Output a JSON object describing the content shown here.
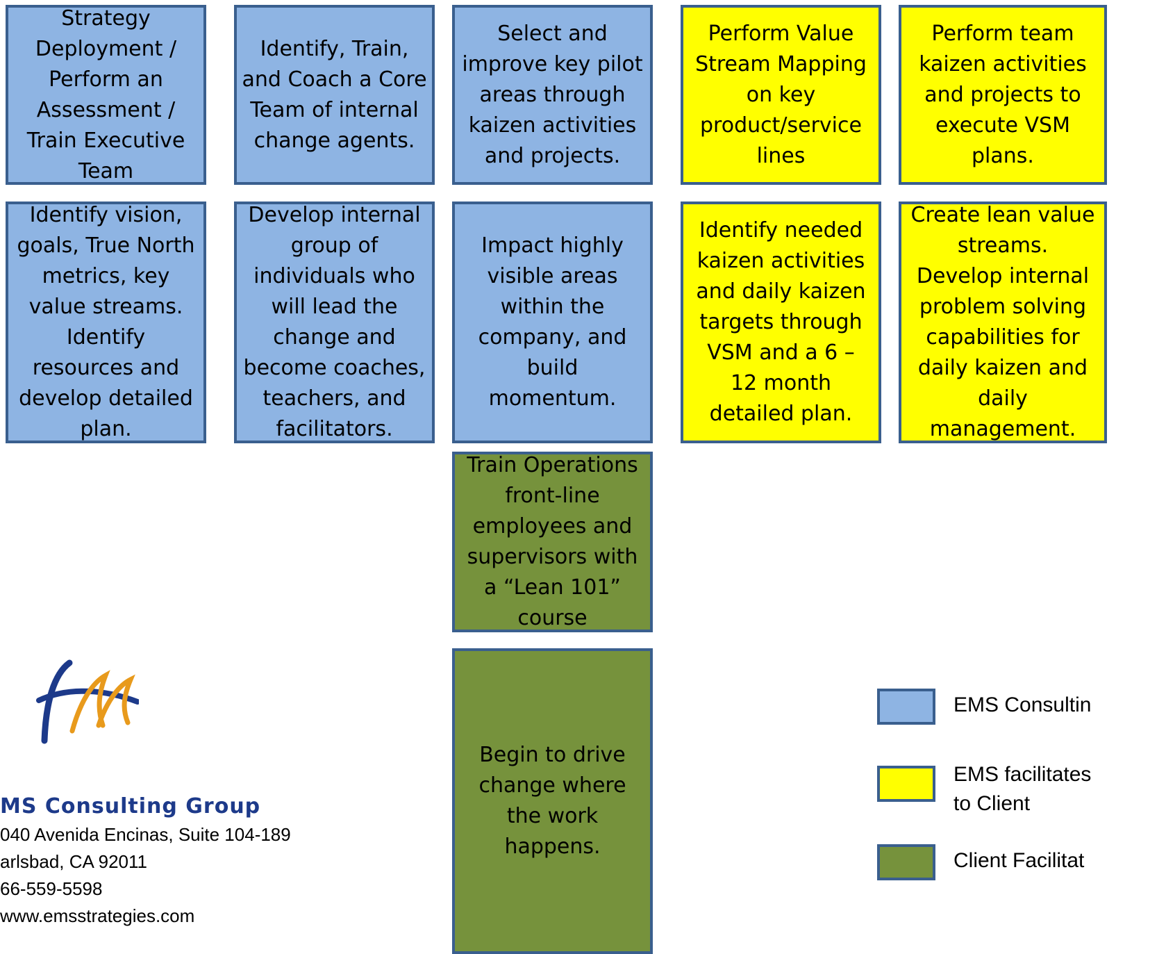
{
  "boxes": [
    {
      "id": "r1c1",
      "color": "blue",
      "text": "Strategy\nDeployment /\nPerform an\nAssessment /\nTrain Executive\nTeam"
    },
    {
      "id": "r1c2",
      "color": "blue",
      "text": "Identify, Train,\nand Coach a Core\nTeam of internal\nchange agents."
    },
    {
      "id": "r1c3",
      "color": "blue",
      "text": "Select and\nimprove key pilot\nareas through\nkaizen activities\nand projects."
    },
    {
      "id": "r1c4",
      "color": "yellow",
      "text": "Perform Value\nStream Mapping\non key\nproduct/service\nlines"
    },
    {
      "id": "r1c5",
      "color": "yellow",
      "text": "Perform team\nkaizen activities\nand projects to\nexecute VSM\nplans."
    },
    {
      "id": "r2c1",
      "color": "blue",
      "text": "Identify vision,\ngoals, True North\nmetrics, key\nvalue streams.\nIdentify\nresources and\ndevelop detailed\nplan."
    },
    {
      "id": "r2c2",
      "color": "blue",
      "text": "Develop internal\ngroup of\nindividuals who\nwill lead the\nchange and\nbecome coaches,\nteachers, and\nfacilitators."
    },
    {
      "id": "r2c3",
      "color": "blue",
      "text": "Impact highly\nvisible areas\nwithin the\ncompany, and\nbuild\nmomentum."
    },
    {
      "id": "r2c4",
      "color": "yellow",
      "text": "Identify needed\nkaizen activities\nand daily kaizen\ntargets through\nVSM  and a 6 –\n12 month\ndetailed plan."
    },
    {
      "id": "r2c5",
      "color": "yellow",
      "text": "Create lean value\nstreams.\nDevelop internal\nproblem solving\ncapabilities for\ndaily kaizen and\ndaily\nmanagement."
    },
    {
      "id": "r3c3",
      "color": "green",
      "text": "Train Operations\nfront-line\nemployees and\nsupervisors with\na “Lean 101”\ncourse"
    },
    {
      "id": "r4c3",
      "color": "green",
      "text": "Begin to drive\nchange where\nthe work\nhappens."
    }
  ],
  "legend": [
    {
      "color": "#8eb4e3",
      "label": "EMS Consultin"
    },
    {
      "color": "#ffff00",
      "label": "EMS facilitates\nto Client"
    },
    {
      "color": "#76923c",
      "label": "Client Facilitat"
    }
  ],
  "logo": {
    "name": "MS Consulting Group",
    "address_lines": [
      "040 Avenida Encinas, Suite 104-189",
      "arlsbad, CA 92011",
      "66-559-5598",
      "www.emsstrategies.com"
    ],
    "colors": {
      "blue": "#1d3a8a",
      "orange": "#e89a1c"
    }
  }
}
